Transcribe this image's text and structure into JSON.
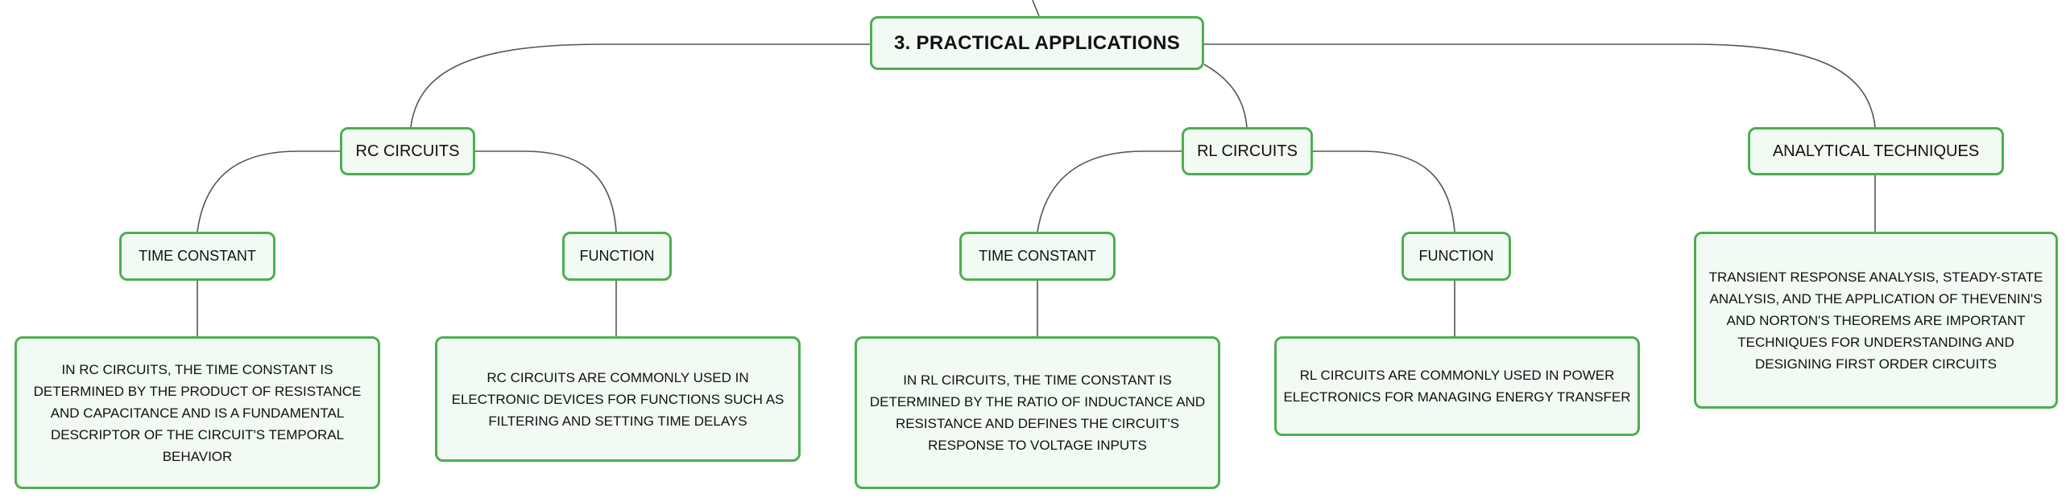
{
  "mindmap": {
    "root": {
      "label": "3. PRACTICAL APPLICATIONS"
    },
    "branches": [
      {
        "label": "RC CIRCUITS",
        "children": [
          {
            "label": "TIME CONSTANT",
            "detail": "IN RC CIRCUITS, THE TIME CONSTANT IS DETERMINED BY THE PRODUCT OF RESISTANCE AND CAPACITANCE AND IS A FUNDAMENTAL DESCRIPTOR OF THE CIRCUIT'S TEMPORAL BEHAVIOR"
          },
          {
            "label": "FUNCTION",
            "detail": "RC CIRCUITS ARE COMMONLY USED IN ELECTRONIC DEVICES FOR FUNCTIONS SUCH AS FILTERING AND SETTING TIME DELAYS"
          }
        ]
      },
      {
        "label": "RL CIRCUITS",
        "children": [
          {
            "label": "TIME CONSTANT",
            "detail": "IN RL CIRCUITS, THE TIME CONSTANT IS DETERMINED BY THE RATIO OF INDUCTANCE AND RESISTANCE AND DEFINES THE CIRCUIT'S RESPONSE TO VOLTAGE INPUTS"
          },
          {
            "label": "FUNCTION",
            "detail": "RL CIRCUITS ARE COMMONLY USED IN POWER ELECTRONICS FOR MANAGING ENERGY TRANSFER"
          }
        ]
      },
      {
        "label": "ANALYTICAL TECHNIQUES",
        "detail": "TRANSIENT RESPONSE ANALYSIS, STEADY-STATE ANALYSIS, AND THE APPLICATION OF THEVENIN'S AND NORTON'S THEOREMS ARE IMPORTANT TECHNIQUES FOR UNDERSTANDING AND DESIGNING FIRST ORDER CIRCUITS"
      }
    ]
  }
}
